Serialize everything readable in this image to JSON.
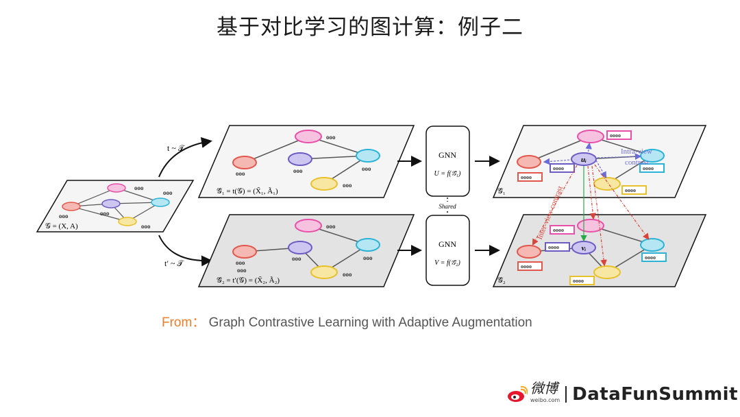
{
  "title": "基于对比学习的图计算：例子二",
  "diagram": {
    "aug_top": "t ~ 𝒯",
    "aug_bottom": "t′ ~ 𝒯",
    "graph_in": "𝒢 = (X, A)",
    "graph_v1": "𝒢̃₁ = t(𝒢) = (X̃₁, Ã₁)",
    "graph_v2": "𝒢̃₂ = t′(𝒢) = (X̃₂, Ã₂)",
    "gnn_top": "GNN",
    "gnn_top_eq": "U = f(𝒢̃₁)",
    "gnn_bottom": "GNN",
    "gnn_bottom_eq": "V = f(𝒢̃₂)",
    "shared": "Shared",
    "out_v1": "𝒢̃₁",
    "out_v2": "𝒢̃₂",
    "node_u": "uᵢ",
    "node_v": "vᵢ",
    "intra1": "Intra-view",
    "intra2": "contrast",
    "inter": "Inter-view contrast",
    "feat3": "ooo",
    "feat4": "oooo"
  },
  "colors": {
    "pink": "#e84fa8",
    "red": "#e2574c",
    "purple": "#6b5bc4",
    "cyan": "#2ab3d6",
    "yellow": "#e8c02a",
    "arrow_red": "#d9443a",
    "arrow_green": "#2aa84a",
    "arrow_blue": "#6a6ad8",
    "accent_from": "#f07d2a"
  },
  "caption": {
    "from": "From：",
    "text": " Graph Contrastive Learning with Adaptive Augmentation"
  },
  "logo": {
    "weibo_cn": "微博",
    "weibo_sub": "weibo.com",
    "brand": "DataFunSummit"
  }
}
